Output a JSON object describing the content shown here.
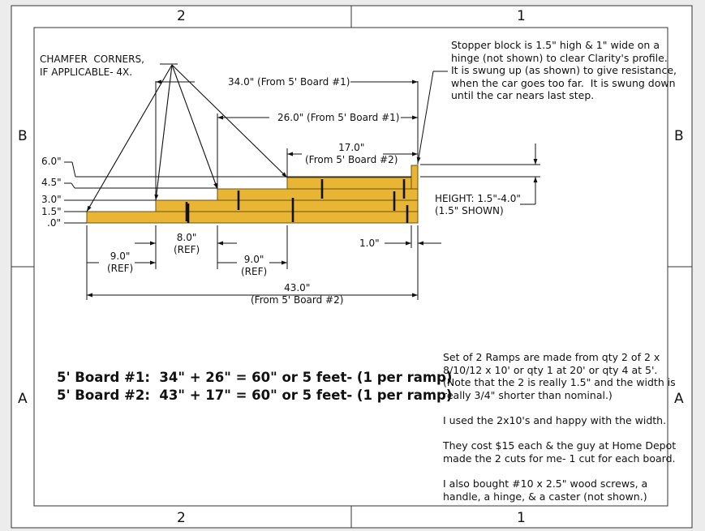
{
  "zones": {
    "top": [
      "2",
      "1"
    ],
    "bottom": [
      "2",
      "1"
    ],
    "left": [
      "B",
      "A"
    ],
    "right": [
      "B",
      "A"
    ]
  },
  "notes": {
    "chamfer": "CHAMFER  CORNERS,\nIF APPLICABLE- 4X.",
    "stopper": "Stopper block is 1.5\" high & 1\" wide on a\nhinge (not shown) to clear Clarity's profile.\nIt is swung up (as shown) to give resistance,\nwhen the car goes too far.  It is swung down\nuntil the car nears last step.",
    "height": "HEIGHT: 1.5\"-4.0\"\n(1.5\" SHOWN)",
    "materials": "Set of 2 Ramps are made from qty 2 of 2 x\n8/10/12 x 10' or qty 1 at 20' or qty 4 at 5'.\n(Note that the 2 is really 1.5\" and the width is\nreally 3/4\" shorter than nominal.)",
    "widths": "I used the 2x10's and happy with the width.",
    "cost": "They cost $15 each & the guy at Home Depot\nmade the 2 cuts for me- 1 cut for each board.",
    "hardware": "I also bought #10 x 2.5\" wood screws, a\nhandle, a hinge, & a caster (not shown.)"
  },
  "dimensions": {
    "d34": "34.0\" (From 5' Board #1)",
    "d26": "26.0\" (From 5' Board #1)",
    "d17": "17.0\"\n(From 5' Board #2)",
    "d9a": "9.0\"\n(REF)",
    "d8": "8.0\"\n(REF)",
    "d9b": "9.0\"\n(REF)",
    "d1": "1.0\"",
    "d43": "43.0\"\n(From 5' Board #2)"
  },
  "heights": [
    "6.0\"",
    "4.5\"",
    "3.0\"",
    "1.5\"",
    ".0\""
  ],
  "boards": {
    "board1": "5' Board #1:  34\" + 26\" = 60\" or 5 feet- (1 per ramp)",
    "board2": "5' Board #2:  43\" + 17\" = 60\" or 5 feet- (1 per ramp)"
  },
  "colors": {
    "wood": "#e8b535",
    "wood_edge": "#6a5410",
    "line": "#111111",
    "background": "#ececec",
    "sheet": "#ffffff"
  }
}
